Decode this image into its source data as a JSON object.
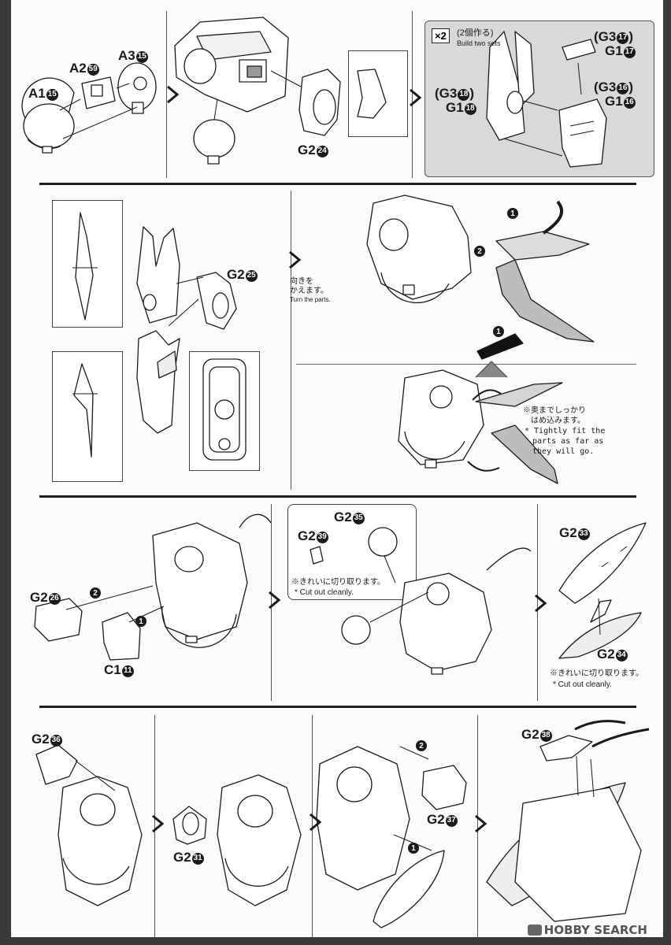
{
  "labels": {
    "a1": "A1",
    "a1n": "15",
    "a2": "A2",
    "a2n": "59",
    "a3": "A3",
    "a3n": "15",
    "g2_24": "G2",
    "g2_24n": "24",
    "g3_17": "(G3",
    "g3_17n": "17",
    "g3_17c": ")",
    "g1_17": "G1",
    "g1_17n": "17",
    "g3_18": "(G3",
    "g3_18n": "18",
    "g3_18c": ")",
    "g1_18": "G1",
    "g1_18n": "18",
    "g3_16": "(G3",
    "g3_16n": "16",
    "g3_16c": ")",
    "g1_16": "G1",
    "g1_16n": "16",
    "g2_25": "G2",
    "g2_25n": "25",
    "g2_26": "G2",
    "g2_26n": "26",
    "c1_11": "C1",
    "c1_11n": "11",
    "g2_35": "G2",
    "g2_35n": "35",
    "g2_39": "G2",
    "g2_39n": "39",
    "g2_33": "G2",
    "g2_33n": "33",
    "g2_34": "G2",
    "g2_34n": "34",
    "g2_36": "G2",
    "g2_36n": "36",
    "g2_31": "G2",
    "g2_31n": "31",
    "g2_37": "G2",
    "g2_37n": "37",
    "g2_38": "G2",
    "g2_38n": "38"
  },
  "notes": {
    "x2": "×2",
    "two_sets_jp": "(2個作る)",
    "two_sets_en": "Build two sets",
    "turn_jp1": "向きを",
    "turn_jp2": "かえます。",
    "turn_en": "Turn the parts.",
    "tight_jp1": "※奥までしっかり",
    "tight_jp2": "はめ込みます。",
    "tight_en1": "* Tightly fit the",
    "tight_en2": "parts as far as",
    "tight_en3": "they will go.",
    "cut_jp_a": "※きれいに切り取ります。",
    "cut_en_a": "* Cut out cleanly.",
    "cut_jp_b": "※きれいに切り取ります。",
    "cut_en_b": "* Cut out cleanly."
  },
  "steps": {
    "one": "1",
    "two": "2"
  },
  "watermark": "HOBBY SEARCH",
  "colors": {
    "ink": "#1a1a1a",
    "panel_gray": "#d9d9d9",
    "frame": "#3a3a3a"
  }
}
